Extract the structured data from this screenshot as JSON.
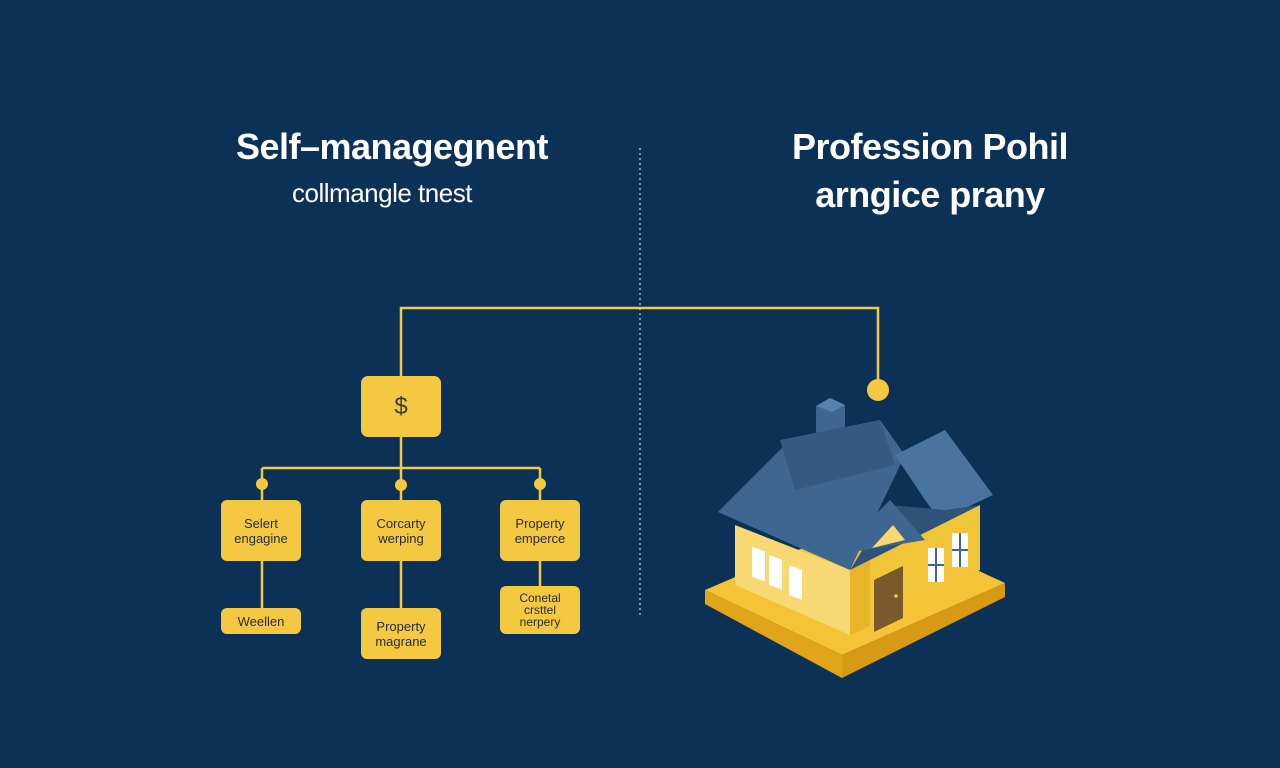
{
  "colors": {
    "background": "#0b3157",
    "accent": "#f5c842",
    "divider": "#c9d3df",
    "roof": "#3d6691",
    "wall": "#f7d873",
    "wall_side": "#f2c438",
    "door": "#7a5a2c",
    "base": "#f5c436"
  },
  "left_panel": {
    "title": "Self–managegnent",
    "subtitle": "collmangle tnest"
  },
  "right_panel": {
    "title_line1": "Profession Pohil",
    "title_line2": "arngice prany",
    "illustration": "house-icon"
  },
  "tree": {
    "root_label": "$",
    "root_icon": "dollar-icon",
    "branches": [
      {
        "label": "Selert\nengagine",
        "child": "Weellen"
      },
      {
        "label": "Corcarty\nwerping",
        "child": "Property\nmagrane"
      },
      {
        "label": "Property\nemperce",
        "child": "Conetal\ncrsttel\nnerpery"
      }
    ]
  }
}
